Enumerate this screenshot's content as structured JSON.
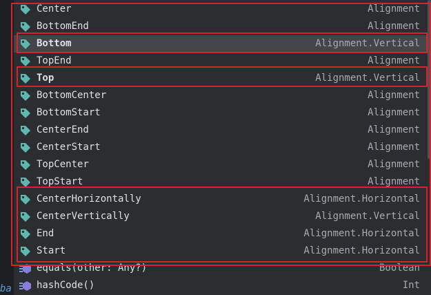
{
  "editor": {
    "fragment_text": "ba"
  },
  "completion": {
    "items": [
      {
        "name": "Center",
        "type": "Alignment",
        "icon": "tag-icon",
        "bold": false
      },
      {
        "name": "BottomEnd",
        "type": "Alignment",
        "icon": "tag-icon",
        "bold": false
      },
      {
        "name": "Bottom",
        "type": "Alignment.Vertical",
        "icon": "tag-icon",
        "bold": true
      },
      {
        "name": "TopEnd",
        "type": "Alignment",
        "icon": "tag-icon",
        "bold": false
      },
      {
        "name": "Top",
        "type": "Alignment.Vertical",
        "icon": "tag-icon",
        "bold": true
      },
      {
        "name": "BottomCenter",
        "type": "Alignment",
        "icon": "tag-icon",
        "bold": false
      },
      {
        "name": "BottomStart",
        "type": "Alignment",
        "icon": "tag-icon",
        "bold": false
      },
      {
        "name": "CenterEnd",
        "type": "Alignment",
        "icon": "tag-icon",
        "bold": false
      },
      {
        "name": "CenterStart",
        "type": "Alignment",
        "icon": "tag-icon",
        "bold": false
      },
      {
        "name": "TopCenter",
        "type": "Alignment",
        "icon": "tag-icon",
        "bold": false
      },
      {
        "name": "TopStart",
        "type": "Alignment",
        "icon": "tag-icon",
        "bold": false
      },
      {
        "name": "CenterHorizontally",
        "type": "Alignment.Horizontal",
        "icon": "tag-icon",
        "bold": false
      },
      {
        "name": "CenterVertically",
        "type": "Alignment.Vertical",
        "icon": "tag-icon",
        "bold": false
      },
      {
        "name": "End",
        "type": "Alignment.Horizontal",
        "icon": "tag-icon",
        "bold": false
      },
      {
        "name": "Start",
        "type": "Alignment.Horizontal",
        "icon": "tag-icon",
        "bold": false
      },
      {
        "name": "equals(other: Any?)",
        "type": "Boolean",
        "icon": "method-icon",
        "bold": false
      },
      {
        "name": "hashCode()",
        "type": "Int",
        "icon": "method-icon",
        "bold": false
      }
    ],
    "selected_index": 2
  },
  "colors": {
    "background": "#2b2d30",
    "selected_row": "#43454a",
    "tag_icon": "#5fb8b0",
    "method_icon": "#8a7cdb",
    "highlight_border": "#d6232c"
  }
}
